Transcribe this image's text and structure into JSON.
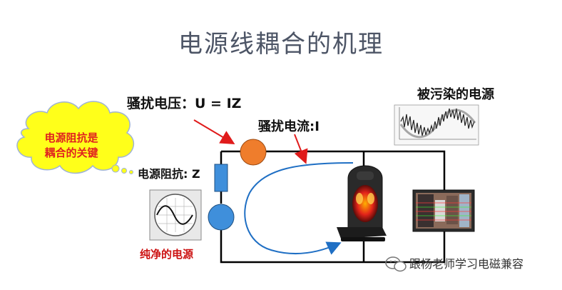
{
  "title": "电源线耦合的机理",
  "labels": {
    "interference_voltage": "骚扰电压：U = IZ",
    "interference_current": "骚扰电流:I",
    "polluted_source": "被污染的电源",
    "source_impedance": "电源阻抗: Z",
    "pure_source": "纯净的电源"
  },
  "thought_bubble": {
    "line1": "电源阻抗是",
    "line2": "耦合的关键"
  },
  "watermark": "跟杨老师学习电磁兼容",
  "colors": {
    "bubble_fill": "#ffff1a",
    "voltage_circle": "#ef7d2c",
    "source_circle": "#3f8fdb",
    "impedance_rect": "#3f8fdb",
    "arrow": "#e01b1b",
    "current_curve": "#1f6fc4",
    "wire": "#000000",
    "pure_label": "#cc1111"
  },
  "icons": {
    "sine_scope": "oscilloscope-sine-icon",
    "noisy_waveform": "noisy-waveform-icon",
    "massage_chair": "massage-chair-icon",
    "tv_screen": "tv-screen-icon",
    "wechat": "wechat-icon"
  }
}
